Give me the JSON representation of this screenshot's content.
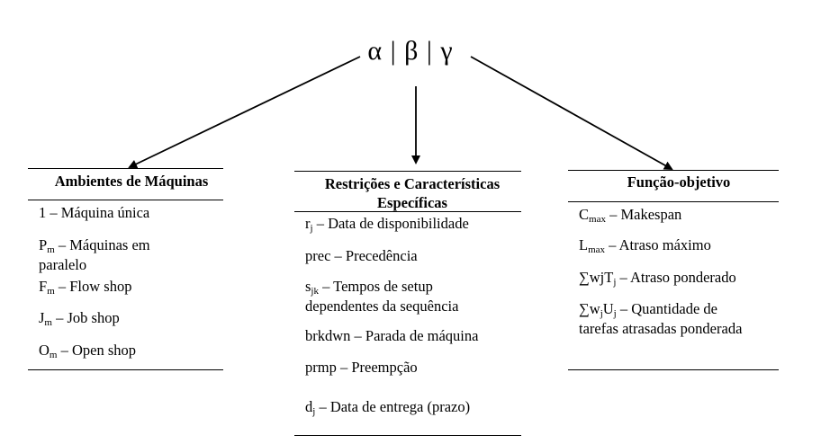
{
  "header": {
    "notation": "α | β | γ"
  },
  "columns": [
    {
      "title": "Ambientes de Máquinas",
      "items": [
        {
          "sym": "1",
          "sub": "",
          "text": " – Máquina única"
        },
        {
          "sym": "P",
          "sub": "m",
          "text": " – Máquinas em",
          "text2": "paralelo"
        },
        {
          "sym": "F",
          "sub": "m",
          "text": " – Flow shop"
        },
        {
          "sym": "J",
          "sub": "m",
          "text": " – Job shop"
        },
        {
          "sym": "O",
          "sub": "m",
          "text": " – Open shop"
        }
      ]
    },
    {
      "title": "Restrições e Características Específicas",
      "title_line1": "Restrições e Características",
      "title_line2": "Específicas",
      "items": [
        {
          "sym": "r",
          "sub": "j",
          "text": " – Data de disponibilidade"
        },
        {
          "sym": "prec",
          "sub": "",
          "text": " – Precedência"
        },
        {
          "sym": "s",
          "sub": "jk",
          "text": " – Tempos de setup",
          "text2": "dependentes da sequência"
        },
        {
          "sym": "brkdwn",
          "sub": "",
          "text": " – Parada de máquina"
        },
        {
          "sym": "prmp",
          "sub": "",
          "text": " – Preempção"
        },
        {
          "sym": "d",
          "sub": "j",
          "text": " – Data de entrega (prazo)"
        }
      ]
    },
    {
      "title": "Função-objetivo",
      "items": [
        {
          "sym": "C",
          "sub": "max",
          "text": " – Makespan"
        },
        {
          "sym": "L",
          "sub": "max",
          "text": " – Atraso máximo"
        },
        {
          "sym": "∑wjT",
          "sub": "j",
          "text": " – Atraso ponderado"
        },
        {
          "sym": "∑w",
          "sub": "j",
          "sym2": "U",
          "sub2": "j",
          "text": " – Quantidade de",
          "text2": "tarefas atrasadas ponderada"
        }
      ]
    }
  ]
}
